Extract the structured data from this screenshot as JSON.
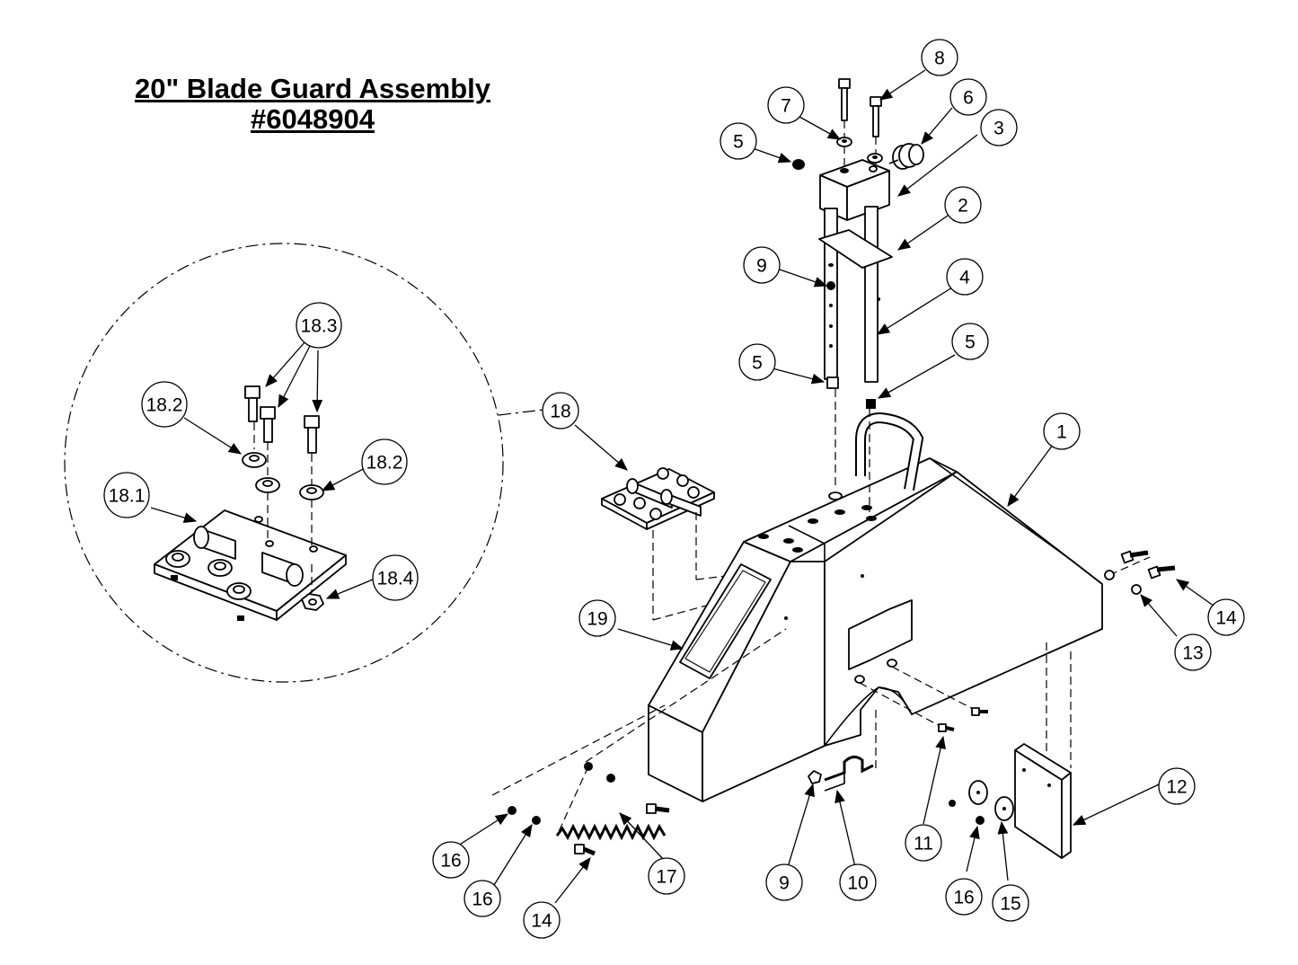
{
  "title": {
    "line1": "20\" Blade Guard Assembly",
    "line2": "#6048904"
  },
  "callouts": [
    {
      "id": "c1",
      "label": "1"
    },
    {
      "id": "c2",
      "label": "2"
    },
    {
      "id": "c3",
      "label": "3"
    },
    {
      "id": "c4",
      "label": "4"
    },
    {
      "id": "c5a",
      "label": "5"
    },
    {
      "id": "c5b",
      "label": "5"
    },
    {
      "id": "c5c",
      "label": "5"
    },
    {
      "id": "c6",
      "label": "6"
    },
    {
      "id": "c7",
      "label": "7"
    },
    {
      "id": "c8",
      "label": "8"
    },
    {
      "id": "c9a",
      "label": "9"
    },
    {
      "id": "c9b",
      "label": "9"
    },
    {
      "id": "c10",
      "label": "10"
    },
    {
      "id": "c11",
      "label": "11"
    },
    {
      "id": "c12",
      "label": "12"
    },
    {
      "id": "c13",
      "label": "13"
    },
    {
      "id": "c14a",
      "label": "14"
    },
    {
      "id": "c14b",
      "label": "14"
    },
    {
      "id": "c15",
      "label": "15"
    },
    {
      "id": "c16a",
      "label": "16"
    },
    {
      "id": "c16b",
      "label": "16"
    },
    {
      "id": "c16c",
      "label": "16"
    },
    {
      "id": "c17",
      "label": "17"
    },
    {
      "id": "c18",
      "label": "18"
    },
    {
      "id": "c181",
      "label": "18.1"
    },
    {
      "id": "c182a",
      "label": "18.2"
    },
    {
      "id": "c182b",
      "label": "18.2"
    },
    {
      "id": "c183",
      "label": "18.3"
    },
    {
      "id": "c184",
      "label": "18.4"
    },
    {
      "id": "c19",
      "label": "19"
    }
  ]
}
